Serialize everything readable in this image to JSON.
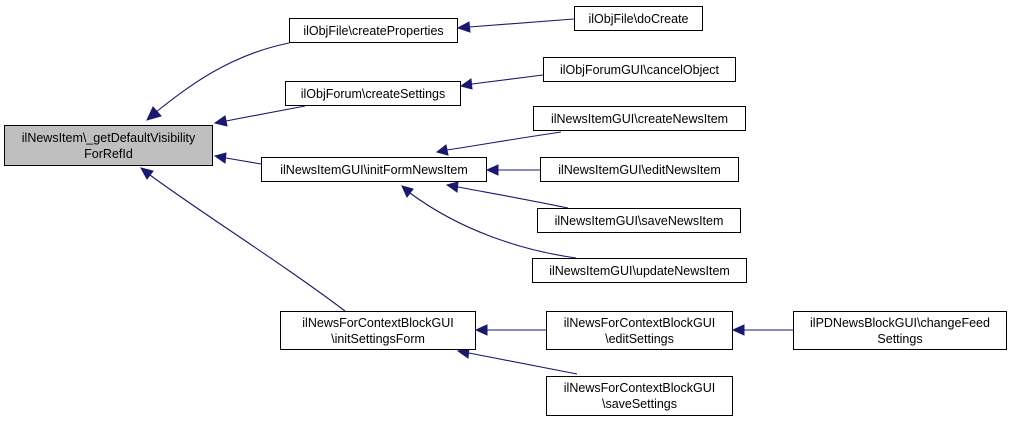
{
  "colors": {
    "edge": "#191970",
    "root_fill": "#bfbfbf",
    "node_fill": "#ffffff",
    "border": "#000000"
  },
  "nodes": {
    "root": {
      "line1": "ilNewsItem\\_getDefaultVisibility",
      "line2": "ForRefId"
    },
    "create_properties": {
      "line1": "ilObjFile\\createProperties"
    },
    "do_create": {
      "line1": "ilObjFile\\doCreate"
    },
    "create_settings": {
      "line1": "ilObjForum\\createSettings"
    },
    "cancel_object": {
      "line1": "ilObjForumGUI\\cancelObject"
    },
    "init_form_news_item": {
      "line1": "ilNewsItemGUI\\initFormNewsItem"
    },
    "create_news_item": {
      "line1": "ilNewsItemGUI\\createNewsItem"
    },
    "edit_news_item": {
      "line1": "ilNewsItemGUI\\editNewsItem"
    },
    "save_news_item": {
      "line1": "ilNewsItemGUI\\saveNewsItem"
    },
    "update_news_item": {
      "line1": "ilNewsItemGUI\\updateNewsItem"
    },
    "init_settings_form": {
      "line1": "ilNewsForContextBlockGUI",
      "line2": "\\initSettingsForm"
    },
    "edit_settings": {
      "line1": "ilNewsForContextBlockGUI",
      "line2": "\\editSettings"
    },
    "save_settings": {
      "line1": "ilNewsForContextBlockGUI",
      "line2": "\\saveSettings"
    },
    "change_feed_settings": {
      "line1": "ilPDNewsBlockGUI\\changeFeed",
      "line2": "Settings"
    }
  }
}
